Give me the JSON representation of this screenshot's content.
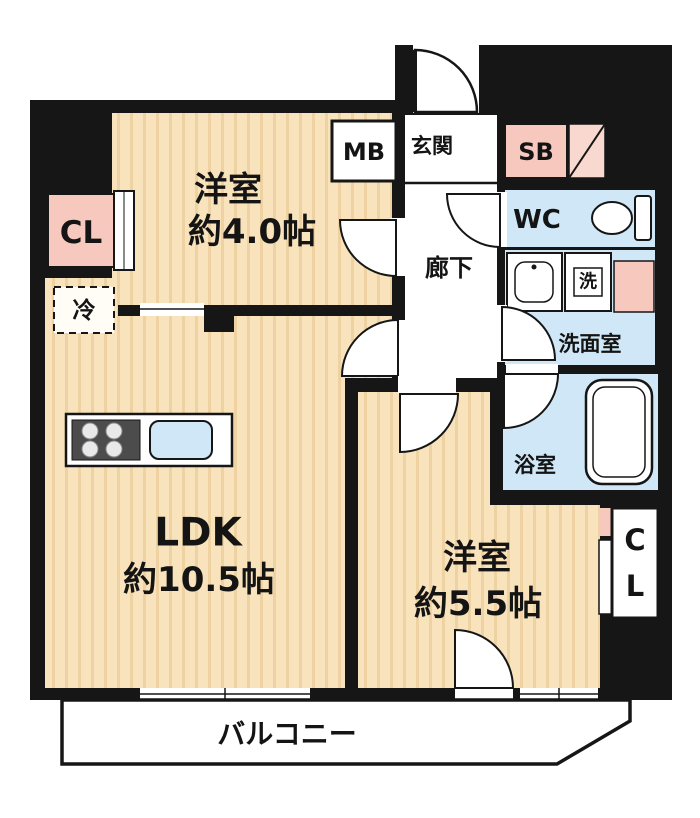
{
  "floor_plan": {
    "rooms": {
      "western_room_1": {
        "name": "洋室",
        "size": "約4.0帖"
      },
      "ldk": {
        "name": "LDK",
        "size": "約10.5帖"
      },
      "western_room_2": {
        "name": "洋室",
        "size": "約5.5帖"
      }
    },
    "areas": {
      "entrance": "玄関",
      "hallway": "廊下",
      "toilet": "WC",
      "washroom": "洗面室",
      "bathroom": "浴室",
      "balcony": "バルコニー"
    },
    "storage": {
      "closet_left": "CL",
      "closet_right_top": "C",
      "closet_right_bottom": "L",
      "shoe_box": "SB",
      "meter_box": "MB"
    },
    "appliances": {
      "refrigerator": "冷",
      "laundry": "洗"
    },
    "colors": {
      "wall": "#161616",
      "floor": "#f9e3bc",
      "floor_stripe": "#eed2a2",
      "wet_area": "#cfe7f6",
      "accent_pink": "#f7c9be",
      "accent_pink_light": "#f9d8d0",
      "kitchen_sink": "#cfe7f6",
      "stove": "#4c4c4c"
    }
  }
}
